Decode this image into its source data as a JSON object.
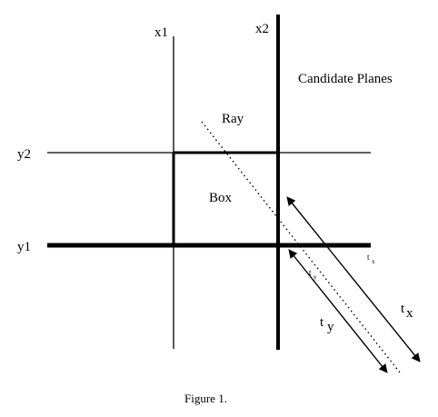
{
  "diagram": {
    "labels": {
      "x1": "x1",
      "x2": "x2",
      "y1": "y1",
      "y2": "y2",
      "candidate_planes": "Candidate Planes",
      "ray": "Ray",
      "box": "Box",
      "tx": "t",
      "tx_sub": "x",
      "ty": "t",
      "ty_sub": "y",
      "tx_small": "t",
      "tx_small_sub": "x",
      "ty_small": "t",
      "ty_small_sub": "y"
    },
    "caption": "Figure 1."
  }
}
